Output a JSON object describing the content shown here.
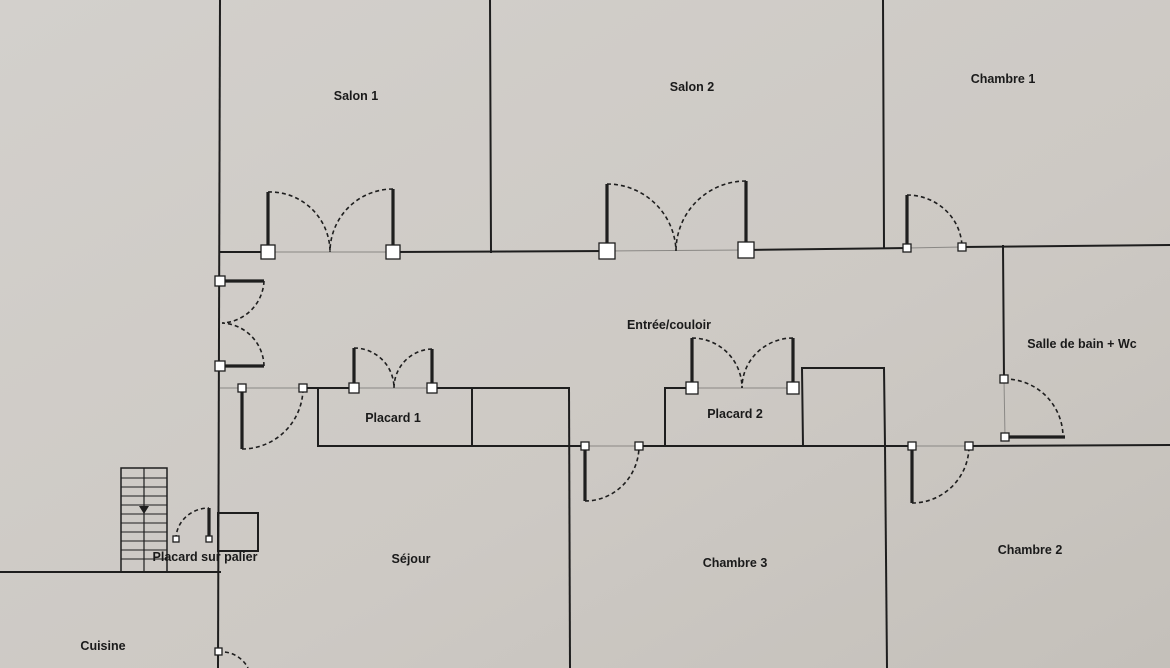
{
  "rooms": {
    "salon1": "Salon 1",
    "salon2": "Salon 2",
    "chambre1": "Chambre 1",
    "entree": "Entrée/couloir",
    "sdb": "Salle de bain + Wc",
    "placard1": "Placard 1",
    "placard2": "Placard 2",
    "placard_palier": "Placard sur palier",
    "sejour": "Séjour",
    "chambre3": "Chambre 3",
    "chambre2": "Chambre 2",
    "cuisine": "Cuisine"
  },
  "colors": {
    "paper": "#cfcbc6",
    "wall": "#1e1e1e",
    "hinge": "#ffffff"
  }
}
